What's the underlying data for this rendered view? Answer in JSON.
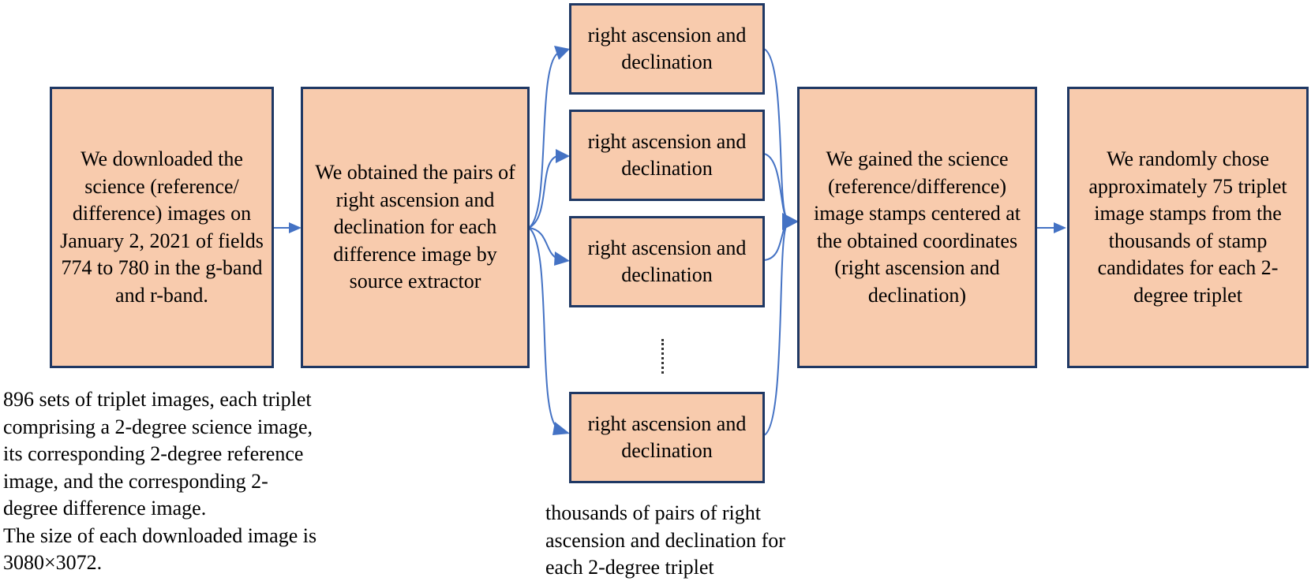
{
  "boxes": {
    "download": "We downloaded the science (reference/ difference) images on January 2, 2021 of fields 774 to 780 in the g-band and r-band.",
    "obtain": "We obtained the pairs of right ascension and declination for each difference image by source extractor",
    "coord_1": "right ascension and declination",
    "coord_2": "right ascension and declination",
    "coord_3": "right ascension and declination",
    "coord_4": "right ascension and declination",
    "gain": "We gained the science (reference/difference) image stamps centered at the obtained coordinates (right ascension and declination)",
    "choose": "We randomly chose approximately 75 triplet image stamps from the thousands of stamp candidates for each 2-degree triplet"
  },
  "notes": {
    "triplet_sets": "896 sets of triplet images, each triplet\ncomprising a 2-degree science image,\nits corresponding 2-degree reference\nimage, and the corresponding 2-\ndegree difference image.\nThe size of each downloaded image is\n3080×3072.",
    "thousands_pairs": "thousands of pairs of right\nascension and declination for\neach 2-degree triplet"
  },
  "colors": {
    "box_fill": "#f8cbad",
    "box_border": "#1f3864",
    "arrow": "#4472c4"
  }
}
